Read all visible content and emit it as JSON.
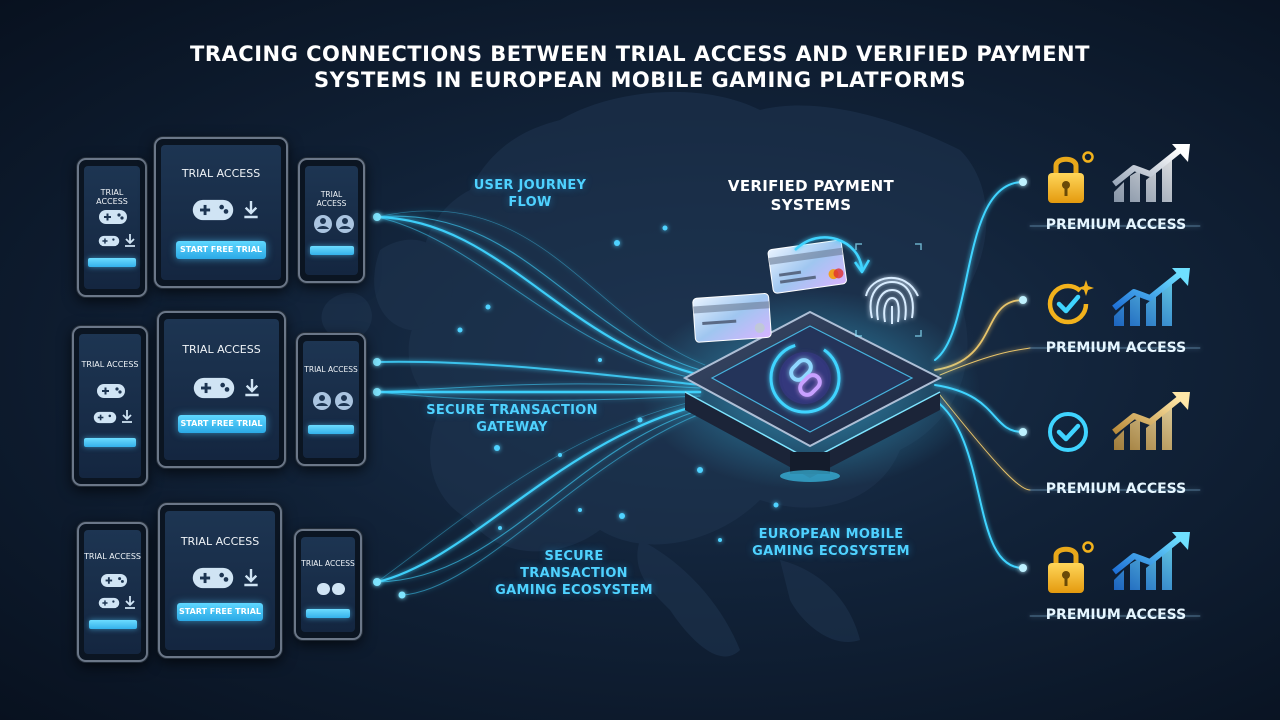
{
  "title": {
    "line1": "TRACING CONNECTIONS BETWEEN TRIAL ACCESS AND VERIFIED PAYMENT",
    "line2": "SYSTEMS IN EUROPEAN MOBILE GAMING PLATFORMS"
  },
  "devices": {
    "phone_left_title": "TRIAL ACCESS",
    "tablet_title": "TRIAL ACCESS",
    "tablet_button": "START FREE TRIAL",
    "phone_right_title": "TRIAL ACCESS"
  },
  "labels": {
    "user_journey": [
      "USER JOURNEY",
      "FLOW"
    ],
    "verified_payment": [
      "VERIFIED PAYMENT",
      "SYSTEMS"
    ],
    "secure_gateway": [
      "SECURE TRANSACTION",
      "GATEWAY"
    ],
    "secure_ecosystem": [
      "SECURE",
      "TRANSACTION",
      "GAMING ECOSYSTEM"
    ],
    "european_ecosystem": [
      "EUROPEAN MOBILE",
      "GAMING ECOSYSTEM"
    ]
  },
  "premium": {
    "row1": "PREMIUM ACCESS",
    "row2": "PREMIUM ACCESS",
    "row3": "PREMIUM ACCESS",
    "row4": "PREMIUM ACCESS"
  },
  "icons": {
    "trial": [
      "gamepad-icon",
      "download-icon",
      "users-icon"
    ],
    "payment": [
      "credit-card-icon",
      "fingerprint-icon",
      "chain-link-icon",
      "sync-arrow-icon"
    ],
    "premium": [
      "padlock-icon",
      "check-badge-icon",
      "check-circle-icon",
      "padlock-icon",
      "growth-chart-icon"
    ]
  },
  "colors": {
    "background": "#0d1b2e",
    "flow_cyan": "#3fd4ff",
    "flow_gold": "#e8c46a",
    "lock_gold": "#f2b21c",
    "label_cyan": "#4fd2ff"
  }
}
